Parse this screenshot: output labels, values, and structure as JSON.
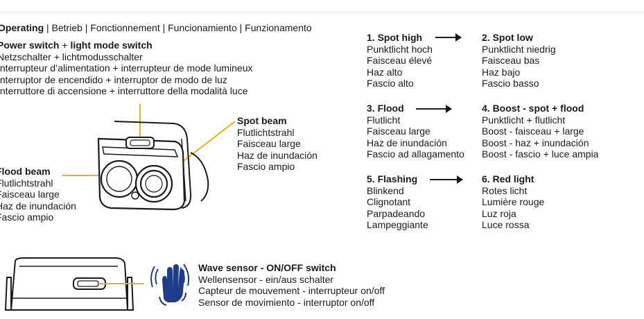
{
  "header": {
    "operating_label": "Operating",
    "languages_rest": " | Betrieb | Fonctionnement | Funcionamiento | Funzionamento"
  },
  "power_switch": {
    "title_a": "Power switch",
    "title_plus": " + ",
    "title_b": "light mode switch",
    "lines": [
      "Netzschalter + lichtmodusschalter",
      "Interrupteur d’alimentation + interrupteur de mode lumineux",
      "Interruptor de encendido + interruptor de modo de luz",
      "Interruttore di accensione + interruttore della modalità luce"
    ]
  },
  "spot_beam": {
    "title": "Spot beam",
    "lines": [
      "Flutlichtstrahl",
      "Faisceau large",
      "Haz de inundación",
      "Fascio ampio"
    ]
  },
  "flood_beam": {
    "title": "Flood beam",
    "lines": [
      "Flutlichtstrahl",
      "Faisceau large",
      "Haz de inundación",
      "Fascio ampio"
    ]
  },
  "modes": [
    {
      "title": "1. Spot high",
      "lines": [
        "Punktlicht hoch",
        "Faisceau élevé",
        "Haz alto",
        "Fascio alto"
      ]
    },
    {
      "title": "2. Spot low",
      "lines": [
        "Punktlicht niedrig",
        "Faisceau bas",
        "Haz bajo",
        "Fascio basso"
      ]
    },
    {
      "title": "3. Flood",
      "lines": [
        "Flutlicht",
        "Faisceau large",
        "Haz de inundación",
        "Fascio ad allagamento"
      ]
    },
    {
      "title": "4. Boost - spot + flood",
      "lines": [
        "Punktlicht + flutlicht",
        "Boost - faisceau + large",
        "Boost - haz + inundación",
        "Boost - fascio + luce ampia"
      ]
    },
    {
      "title": "5. Flashing",
      "lines": [
        "Blinkend",
        "Clignotant",
        "Parpadeando",
        "Lampeggiante"
      ]
    },
    {
      "title": "6. Red light",
      "lines": [
        "Rotes licht",
        "Lumière rouge",
        "Luz roja",
        "Luce rossa"
      ]
    }
  ],
  "wave_sensor": {
    "title": "Wave sensor - ON/OFF switch",
    "lines": [
      "Wellensensor - ein/aus schalter",
      "Capteur de mouvement - interrupteur on/off",
      "Sensor de movimiento - interruptor on/off"
    ]
  },
  "colors": {
    "accent_yellow": "#e8b21a",
    "hand_blue": "#1f3b8c",
    "text": "#1a1a1a"
  },
  "icons": {
    "headlamp": "headlamp-illustration",
    "wave_hand": "wave-hand-icon",
    "headlamp_top": "headlamp-top-view"
  }
}
